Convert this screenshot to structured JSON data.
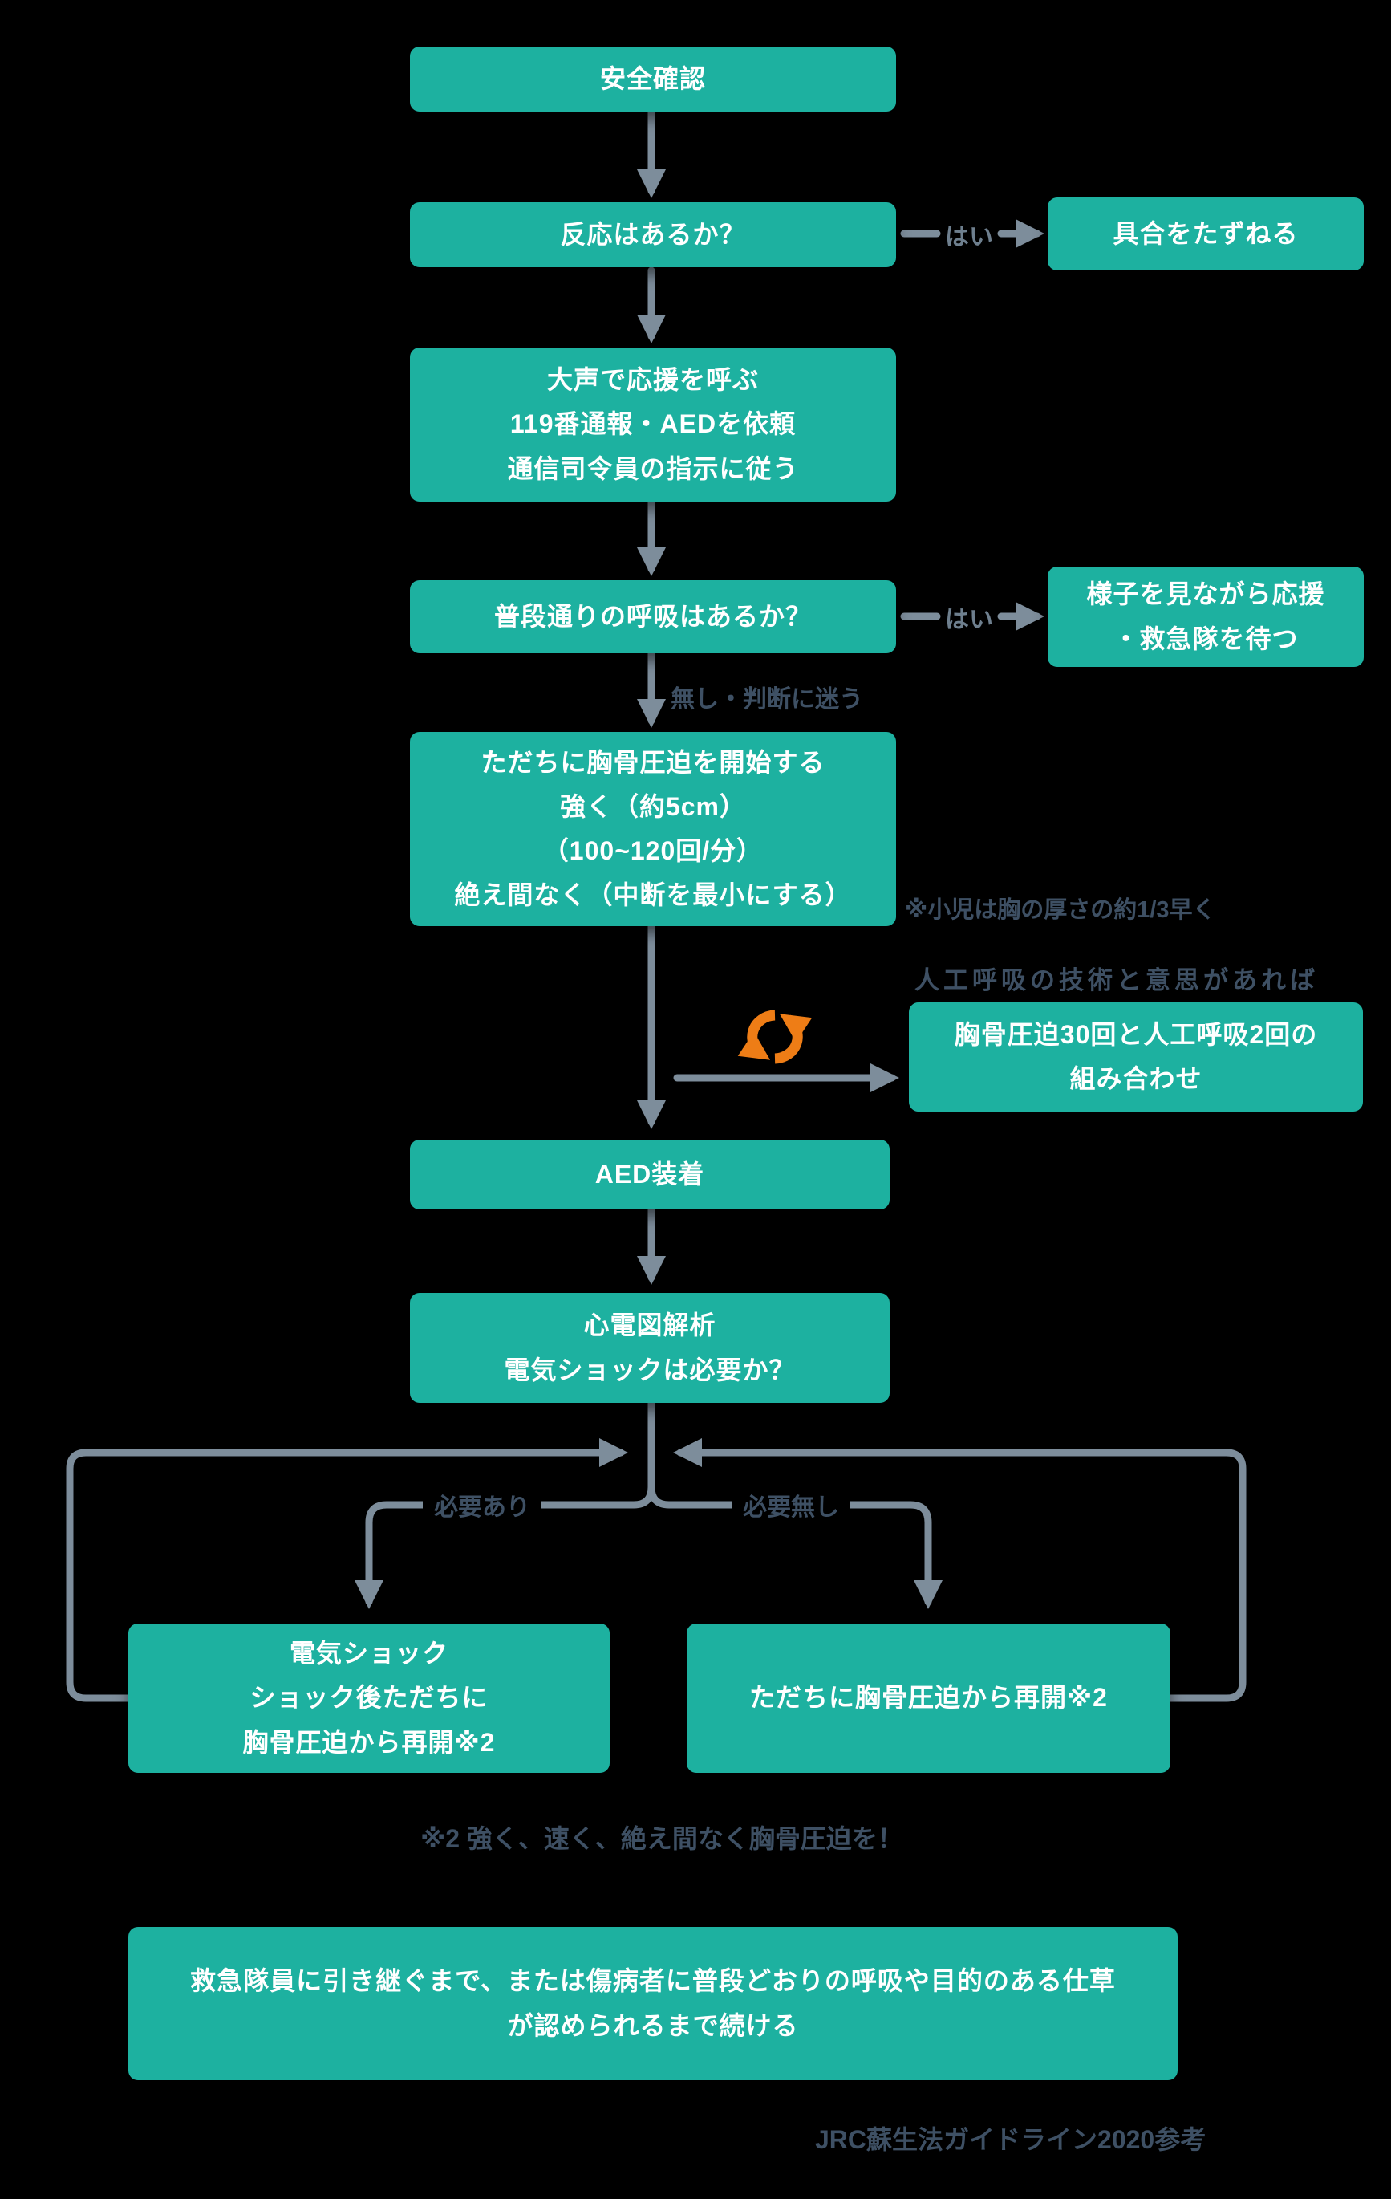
{
  "title": "心肺蘇生（CPR）とAEDの手順フローチャート",
  "colors": {
    "background": "#000000",
    "node_teal": "#1DB1A0",
    "node_text": "#ffffff",
    "arrow_gray": "#7D8D9B",
    "note_gray": "#3E5064",
    "yes_gray": "#6E7F8E",
    "cycle_orange": "#EE7D16"
  },
  "nodes": {
    "safety": "安全確認",
    "response": "反応はあるか？",
    "ask_condition": "具合をたずねる",
    "call_help": "大声で応援を呼ぶ\n119番通報・AEDを依頼\n通信司令員の指示に従う",
    "breathing": "普段通りの呼吸はあるか？",
    "watch_wait": "様子を見ながら応援\n・救急隊を待つ",
    "start_cpr": "ただちに胸骨圧迫を開始する\n強く（約5cm）\n（100~120回/分）\n絶え間なく（中断を最小にする）",
    "cpr_combo": "胸骨圧迫30回と人工呼吸2回の\n組み合わせ",
    "aed": "AED装着",
    "ecg": "心電図解析\n電気ショックは必要か？",
    "shock": "電気ショック\nショック後ただちに\n胸骨圧迫から再開※2",
    "resume": "ただちに胸骨圧迫から再開※2",
    "continue": "救急隊員に引き継ぐまで、または傷病者に普段どおりの呼吸や目的のある仕草\nが認められるまで続ける"
  },
  "labels": {
    "yes1": "はい",
    "yes2": "はい",
    "no_or_unsure": "無し・判断に迷う",
    "child_note": "※小児は胸の厚さの約1/3早く",
    "rescue_breath_note": "人工呼吸の技術と意思があれば",
    "shock_needed": "必要あり",
    "shock_not_needed": "必要無し",
    "note2": "※2 強く、速く、絶え間なく胸骨圧迫を！",
    "source": "JRC蘇生法ガイドライン2020参考"
  },
  "icons": {
    "cycle": "repeat-cycle-icon"
  }
}
